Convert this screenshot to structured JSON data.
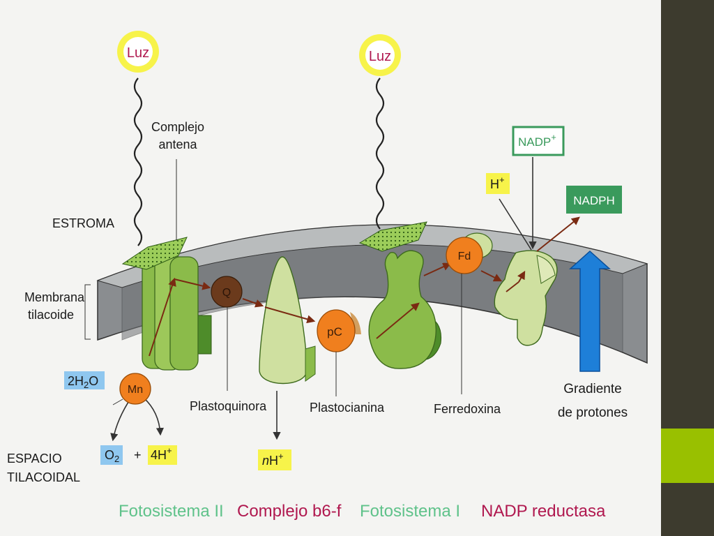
{
  "labels": {
    "luz": "Luz",
    "complejo_antena_1": "Complejo",
    "complejo_antena_2": "antena",
    "estroma": "ESTROMA",
    "membrana_1": "Membrana",
    "membrana_2": "tilacoide",
    "espacio_1": "ESPACIO",
    "espacio_2": "TILACOIDAL",
    "water": "2H",
    "water_sub": "2",
    "water_o": "O",
    "mn": "Mn",
    "oxygen": "O",
    "oxygen_sub": "2",
    "plus": "+",
    "four_h": "4H",
    "plus_sup": "+",
    "q": "Q",
    "plastoquinora": "Plastoquinora",
    "n_h": "n",
    "n_h_rest": "H",
    "pc": "pC",
    "plastocianina": "Plastocianina",
    "fd": "Fd",
    "ferredoxina": "Ferredoxina",
    "h_plus": "H",
    "nadp_plus": "NADP",
    "nadph": "NADPH",
    "gradiente_1": "Gradiente",
    "gradiente_2": "de protones"
  },
  "legend": [
    {
      "label": "Fotosistema II",
      "color": "#5fc28a"
    },
    {
      "label": "Complejo b6-f",
      "color": "#b0184f"
    },
    {
      "label": "Fotosistema I",
      "color": "#5fc28a"
    },
    {
      "label": "NADP reductasa",
      "color": "#b0184f"
    }
  ],
  "colors": {
    "green_complex": "#8bbb4a",
    "pale_complex": "#cfe0a0",
    "orange_carrier": "#f07f1e",
    "quinone": "#6b3a1c",
    "membrane": "#8a8d90",
    "yellow_badge": "#f7f34a",
    "blue_badge": "#8fc7ef",
    "nadph_badge": "#3a9a5c",
    "gradient_arrow": "#1e7fd8"
  }
}
